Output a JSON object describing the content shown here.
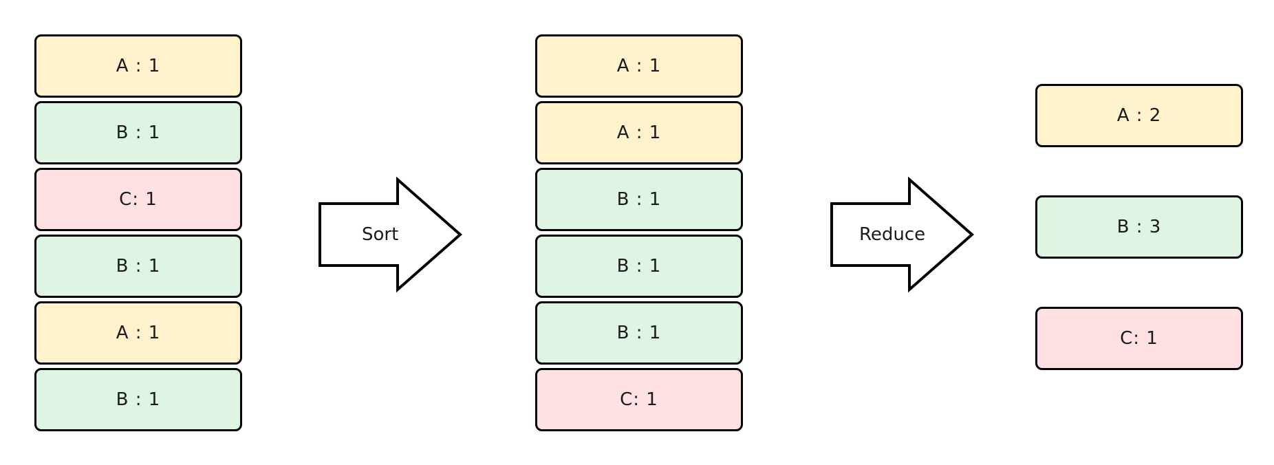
{
  "colors": {
    "A": "#fff2cc",
    "B": "#dff5e3",
    "C": "#ffe1e3",
    "border": "#000000"
  },
  "input_stack": [
    {
      "key": "A",
      "label": "A : 1"
    },
    {
      "key": "B",
      "label": "B : 1"
    },
    {
      "key": "C",
      "label": "C: 1"
    },
    {
      "key": "B",
      "label": "B : 1"
    },
    {
      "key": "A",
      "label": "A : 1"
    },
    {
      "key": "B",
      "label": "B : 1"
    }
  ],
  "sort_arrow": {
    "label": "Sort"
  },
  "sorted_stack": [
    {
      "key": "A",
      "label": "A : 1"
    },
    {
      "key": "A",
      "label": "A : 1"
    },
    {
      "key": "B",
      "label": "B : 1"
    },
    {
      "key": "B",
      "label": "B : 1"
    },
    {
      "key": "B",
      "label": "B : 1"
    },
    {
      "key": "C",
      "label": "C: 1"
    }
  ],
  "reduce_arrow": {
    "label": "Reduce"
  },
  "reduced": [
    {
      "key": "A",
      "label": "A : 2"
    },
    {
      "key": "B",
      "label": "B : 3"
    },
    {
      "key": "C",
      "label": "C: 1"
    }
  ]
}
